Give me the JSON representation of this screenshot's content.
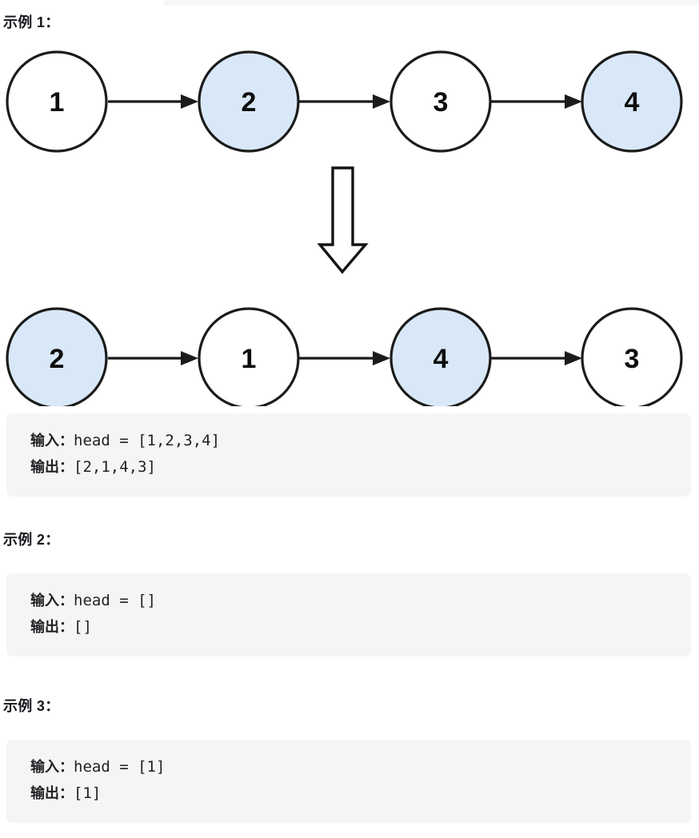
{
  "page": {
    "background": "#ffffff",
    "code_block_background": "#f5f5f5",
    "node_fill_highlight": "#d8e8f8",
    "node_fill_plain": "#ffffff",
    "node_stroke": "#1b1b1b"
  },
  "examples": [
    {
      "heading": "示例 1：",
      "input_label": "输入：",
      "input_value": "head = [1,2,3,4]",
      "output_label": "输出：",
      "output_value": "[2,1,4,3]"
    },
    {
      "heading": "示例 2：",
      "input_label": "输入：",
      "input_value": "head = []",
      "output_label": "输出：",
      "output_value": "[]"
    },
    {
      "heading": "示例 3：",
      "input_label": "输入：",
      "input_value": "head = [1]",
      "output_label": "输出：",
      "output_value": "[1]"
    }
  ],
  "diagram": {
    "before_row": [
      {
        "value": "1",
        "highlighted": false
      },
      {
        "value": "2",
        "highlighted": true
      },
      {
        "value": "3",
        "highlighted": false
      },
      {
        "value": "4",
        "highlighted": true
      }
    ],
    "after_row": [
      {
        "value": "2",
        "highlighted": true
      },
      {
        "value": "1",
        "highlighted": false
      },
      {
        "value": "4",
        "highlighted": true
      },
      {
        "value": "3",
        "highlighted": false
      }
    ],
    "transform_arrow": "down-arrow"
  }
}
